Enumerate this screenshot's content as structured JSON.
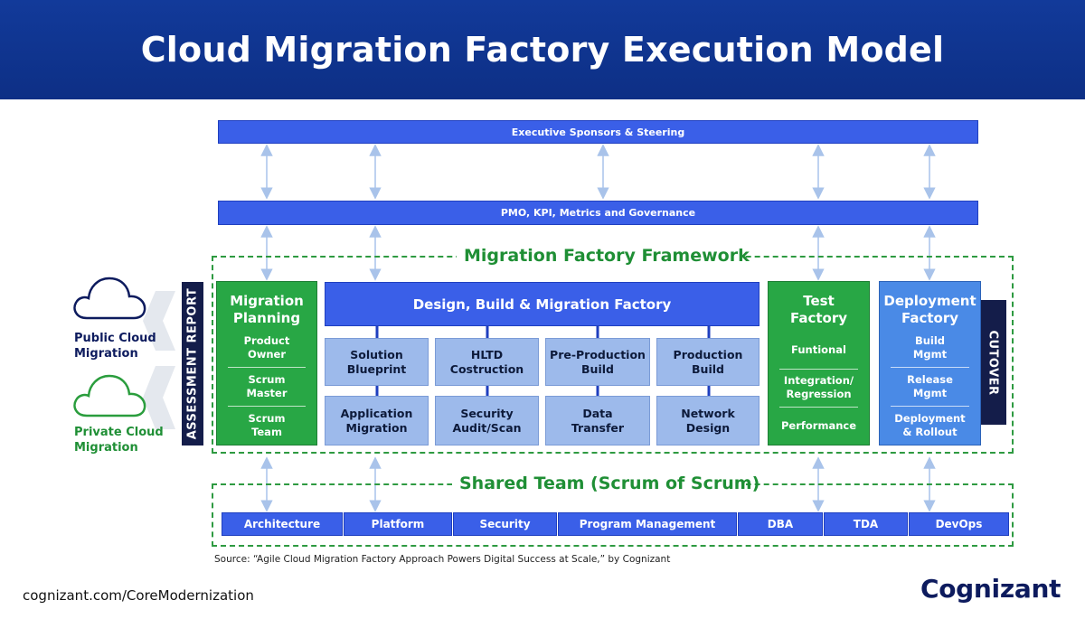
{
  "header": {
    "title": "Cloud Migration Factory Execution Model"
  },
  "top_bars": {
    "executive": "Executive Sponsors & Steering",
    "pmo": "PMO, KPI, Metrics and Governance"
  },
  "framework": {
    "title": "Migration Factory Framework"
  },
  "assessment_report": "ASSESSMENT REPORT",
  "cutover": "CUTOVER",
  "clouds": {
    "public": [
      "Public Cloud",
      "Migration"
    ],
    "private": [
      "Private Cloud",
      "Migration"
    ]
  },
  "migration_planning": {
    "title": [
      "Migration",
      "Planning"
    ],
    "items": [
      [
        "Product",
        "Owner"
      ],
      [
        "Scrum",
        "Master"
      ],
      [
        "Scrum",
        "Team"
      ]
    ]
  },
  "design_factory": {
    "title": "Design, Build & Migration Factory",
    "row1": [
      [
        "Solution",
        "Blueprint"
      ],
      [
        "HLTD",
        "Costruction"
      ],
      [
        "Pre-Production",
        "Build"
      ],
      [
        "Production",
        "Build"
      ]
    ],
    "row2": [
      [
        "Application",
        "Migration"
      ],
      [
        "Security",
        "Audit/Scan"
      ],
      [
        "Data",
        "Transfer"
      ],
      [
        "Network",
        "Design"
      ]
    ]
  },
  "test_factory": {
    "title": [
      "Test",
      "Factory"
    ],
    "items": [
      [
        "Funtional"
      ],
      [
        "Integration/",
        "Regression"
      ],
      [
        "Performance"
      ]
    ]
  },
  "deployment_factory": {
    "title": [
      "Deployment",
      "Factory"
    ],
    "items": [
      [
        "Build",
        "Mgmt"
      ],
      [
        "Release",
        "Mgmt"
      ],
      [
        "Deployment",
        "& Rollout"
      ]
    ]
  },
  "shared_team": {
    "title": "Shared Team (Scrum of Scrum)",
    "members": [
      "Architecture",
      "Platform",
      "Security",
      "Program Management",
      "DBA",
      "TDA",
      "DevOps"
    ]
  },
  "source": "Source: “Agile Cloud Migration Factory Approach Powers Digital Success at Scale,” by Cognizant",
  "footer": {
    "url": "cognizant.com/CoreModernization",
    "logo": "Cognizant"
  },
  "colors": {
    "header_bg": "#123a9a",
    "bar_blue": "#3a5fe8",
    "green": "#28a745",
    "light_blue": "#9dbaeb",
    "mid_blue": "#4a8ae6",
    "navy": "#141d4a"
  }
}
